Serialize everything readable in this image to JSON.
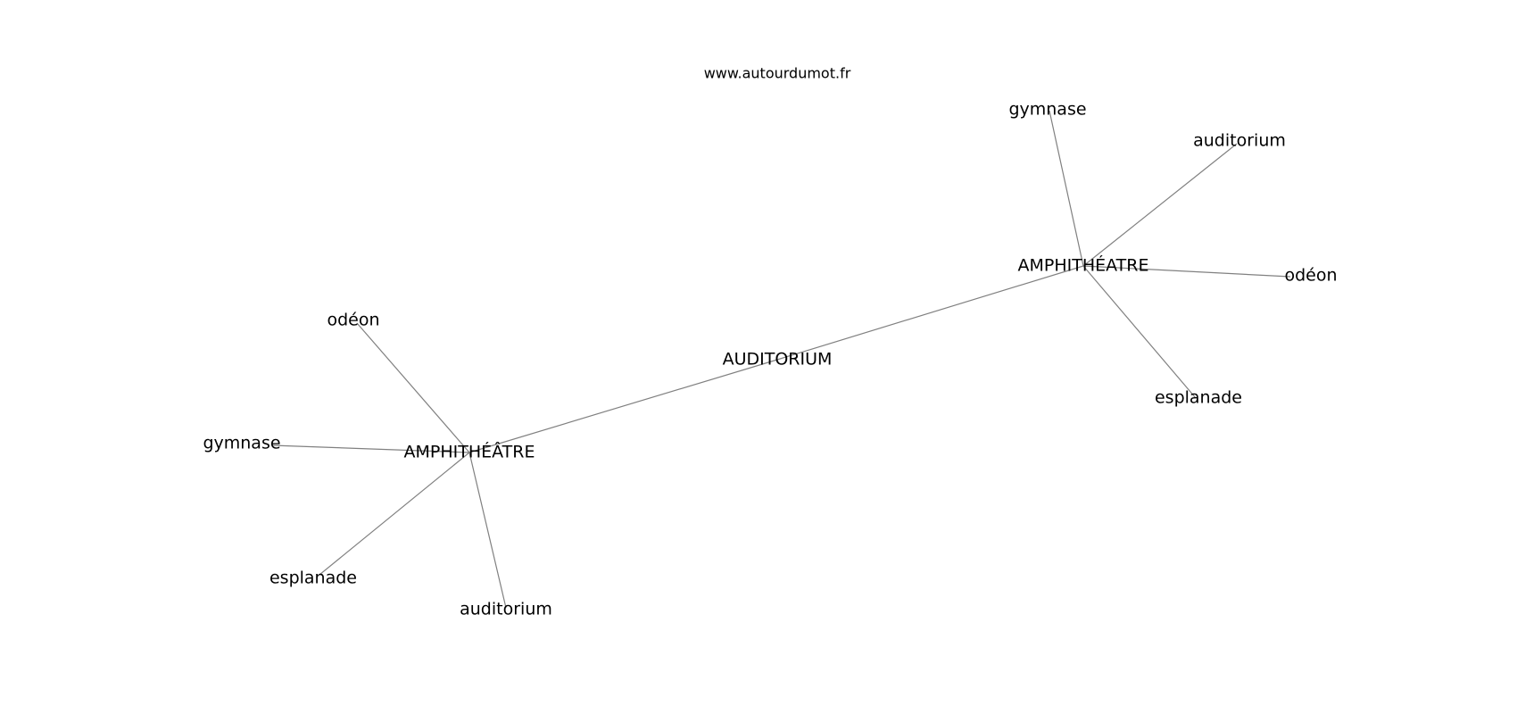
{
  "watermark": "www.autourdumot.fr",
  "graph": {
    "nodes": [
      {
        "id": "center",
        "label": "AUDITORIUM"
      },
      {
        "id": "hubA",
        "label": "AMPHITHÉATRE"
      },
      {
        "id": "hubB",
        "label": "AMPHITHÉÂTRE"
      },
      {
        "id": "a-gymnase",
        "label": "gymnase"
      },
      {
        "id": "a-auditorium",
        "label": "auditorium"
      },
      {
        "id": "a-odeon",
        "label": "odéon"
      },
      {
        "id": "a-esplanade",
        "label": "esplanade"
      },
      {
        "id": "b-odeon",
        "label": "odéon"
      },
      {
        "id": "b-gymnase",
        "label": "gymnase"
      },
      {
        "id": "b-esplanade",
        "label": "esplanade"
      },
      {
        "id": "b-auditorium",
        "label": "auditorium"
      }
    ],
    "edges": [
      [
        "center",
        "hubA"
      ],
      [
        "center",
        "hubB"
      ],
      [
        "hubA",
        "a-gymnase"
      ],
      [
        "hubA",
        "a-auditorium"
      ],
      [
        "hubA",
        "a-odeon"
      ],
      [
        "hubA",
        "a-esplanade"
      ],
      [
        "hubB",
        "b-odeon"
      ],
      [
        "hubB",
        "b-gymnase"
      ],
      [
        "hubB",
        "b-esplanade"
      ],
      [
        "hubB",
        "b-auditorium"
      ]
    ]
  }
}
